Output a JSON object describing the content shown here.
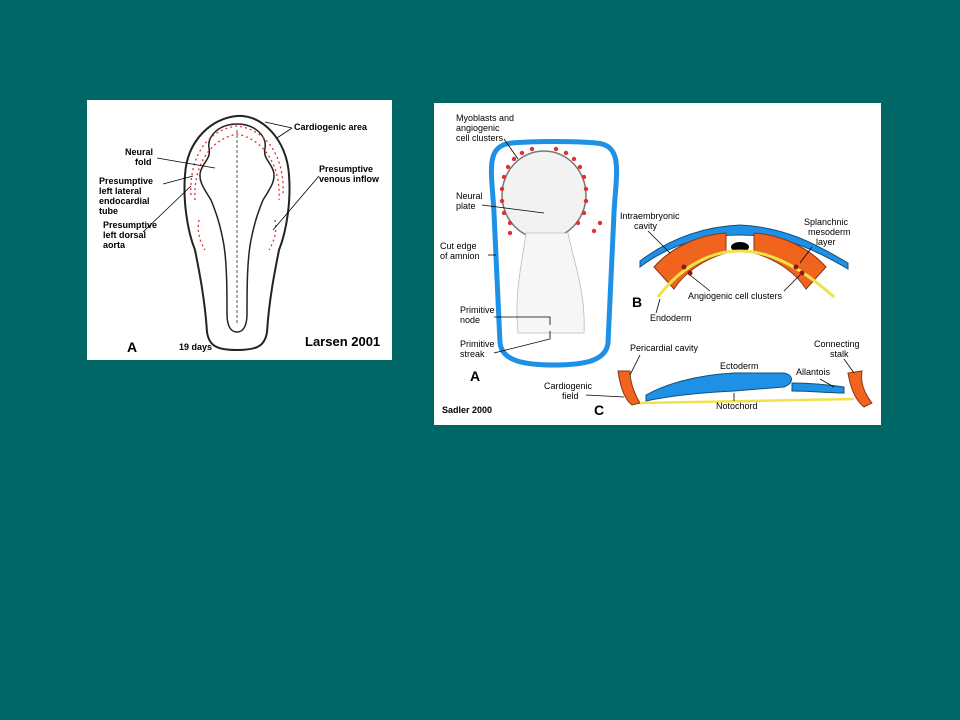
{
  "slide": {
    "background_color": "#006666"
  },
  "left_figure": {
    "labels": {
      "cardiogenic_area": "Cardiogenic area",
      "neural_fold": [
        "Neural",
        "fold"
      ],
      "presumptive_lateral": [
        "Presumptive",
        "left lateral",
        "endocardial",
        "tube"
      ],
      "presumptive_dorsal": [
        "Presumptive",
        "left dorsal",
        "aorta"
      ],
      "presumptive_venous": [
        "Presumptive",
        "venous inflow"
      ]
    },
    "panel_letter": "A",
    "age": "19 days",
    "citation": "Larsen 2001",
    "colors": {
      "cells": "#e23030"
    }
  },
  "right_figure": {
    "labels": {
      "myoblasts": [
        "Myoblasts and",
        "angiogenic",
        "cell clusters"
      ],
      "neural_plate": [
        "Neural",
        "plate"
      ],
      "cut_edge": [
        "Cut edge",
        "of amnion"
      ],
      "primitive_node": [
        "Primitive",
        "node"
      ],
      "primitive_streak": [
        "Primitive",
        "streak"
      ],
      "intraembryonic": [
        "Intraembryonic",
        "cavity"
      ],
      "splanchnic": [
        "Splanchnic",
        "mesoderm",
        "layer"
      ],
      "angiogenic_clusters": "Angiogenic cell clusters",
      "endoderm": "Endoderm",
      "pericardial": "Pericardial cavity",
      "ectoderm": "Ectoderm",
      "connecting_stalk": [
        "Connecting",
        "stalk"
      ],
      "allantois": "Allantois",
      "cardiogenic_field": [
        "Cardiogenic",
        "field"
      ],
      "notochord": "Notochord"
    },
    "letters": {
      "a": "A",
      "b": "B",
      "c": "C"
    },
    "citation": "Sadler 2000",
    "colors": {
      "ectoderm": "#1e90e6",
      "mesoderm": "#f0641e",
      "endoderm": "#f2e24a",
      "cells": "#e23030"
    }
  }
}
